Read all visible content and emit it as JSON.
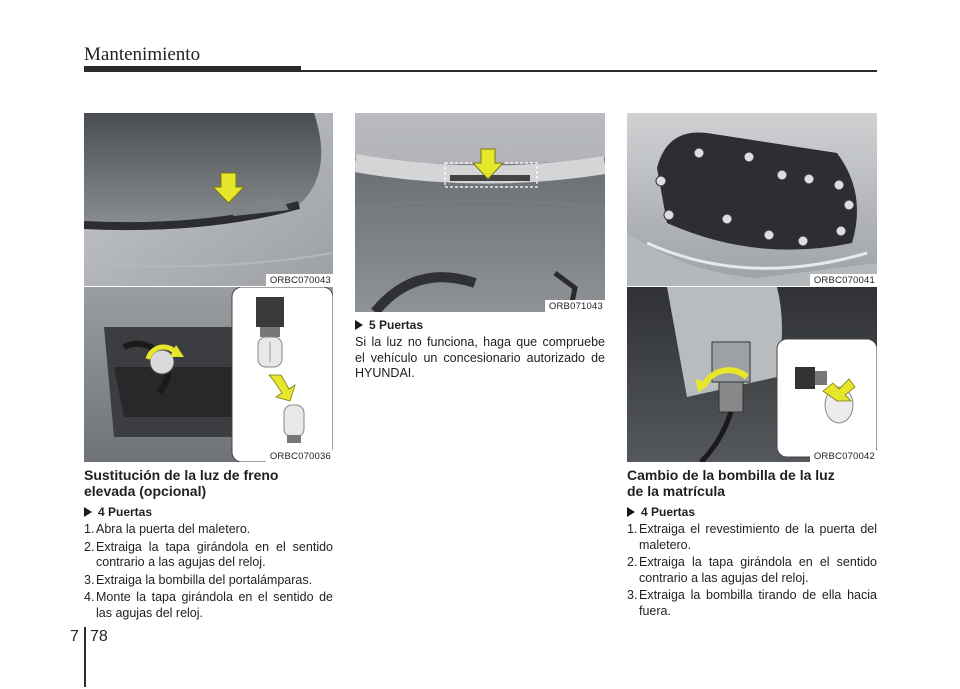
{
  "header": {
    "title": "Mantenimiento"
  },
  "figures": {
    "fig1": {
      "code": "ORBC070043"
    },
    "fig2": {
      "code": "ORBC070036"
    },
    "fig3": {
      "code": "ORB071043"
    },
    "fig4": {
      "code": "ORBC070041"
    },
    "fig5": {
      "code": "ORBC070042"
    }
  },
  "left": {
    "title_line1": "Sustitución de la luz de freno",
    "title_line2": "elevada (opcional)",
    "sub": "4 Puertas",
    "steps": [
      {
        "n": "1.",
        "t": "Abra la puerta del maletero."
      },
      {
        "n": "2.",
        "t": "Extraiga la tapa girándola en el sentido contrario a las agujas del reloj."
      },
      {
        "n": "3.",
        "t": "Extraiga la bombilla del portalámparas."
      },
      {
        "n": "4.",
        "t": "Monte la tapa girándola en el sentido de las agujas del reloj."
      }
    ]
  },
  "middle": {
    "sub": "5 Puertas",
    "text": "Si la luz no funciona, haga que compruebe el vehículo un concesionario autorizado de HYUNDAI."
  },
  "right": {
    "title_line1": "Cambio de la bombilla de la luz",
    "title_line2": "de la matrícula",
    "sub": "4 Puertas",
    "steps": [
      {
        "n": "1.",
        "t": "Extraiga el revestimiento de la puerta del maletero."
      },
      {
        "n": "2.",
        "t": "Extraiga la tapa girándola en el sentido contrario a las agujas del reloj."
      },
      {
        "n": "3.",
        "t": "Extraiga la bombilla tirando de ella hacia fuera."
      }
    ]
  },
  "footer": {
    "chapter": "7",
    "page": "78"
  },
  "colors": {
    "arrow": "#e6e62a",
    "rule": "#2a2a2a"
  }
}
